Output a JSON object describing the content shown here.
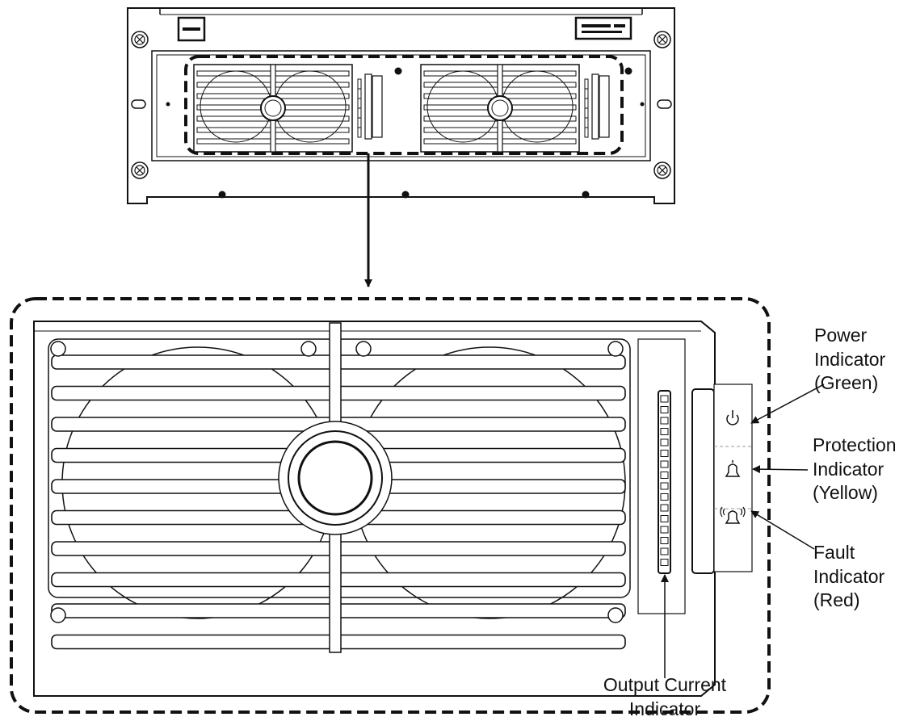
{
  "callouts": {
    "power": {
      "line1": "Power",
      "line2": "Indicator",
      "line3": "(Green)"
    },
    "protection": {
      "line1": "Protection",
      "line2": "Indicator",
      "line3": "(Yellow)"
    },
    "fault": {
      "line1": "Fault",
      "line2": "Indicator",
      "line3": "(Red)"
    },
    "output_current": {
      "line1": "Output Current",
      "line2": "Indicator"
    }
  },
  "icons": [
    "power-icon",
    "bell-icon",
    "alarm-bell-icon"
  ],
  "colors": {
    "line": "#111111",
    "background": "#ffffff"
  }
}
